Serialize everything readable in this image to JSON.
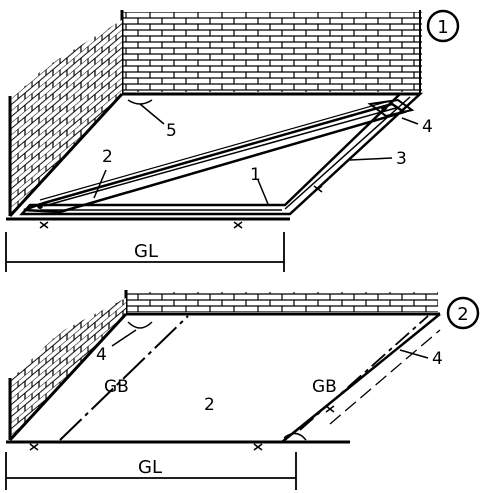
{
  "figure1": {
    "number": "1",
    "labels": {
      "l1": "1",
      "l2": "2",
      "l3": "3",
      "l4": "4",
      "l5": "5"
    },
    "dimension": "GL"
  },
  "figure2": {
    "number": "2",
    "labels": {
      "l4a": "4",
      "l4b": "4",
      "area": "2",
      "gb_left": "GB",
      "gb_right": "GB"
    },
    "dimension": "GL"
  }
}
